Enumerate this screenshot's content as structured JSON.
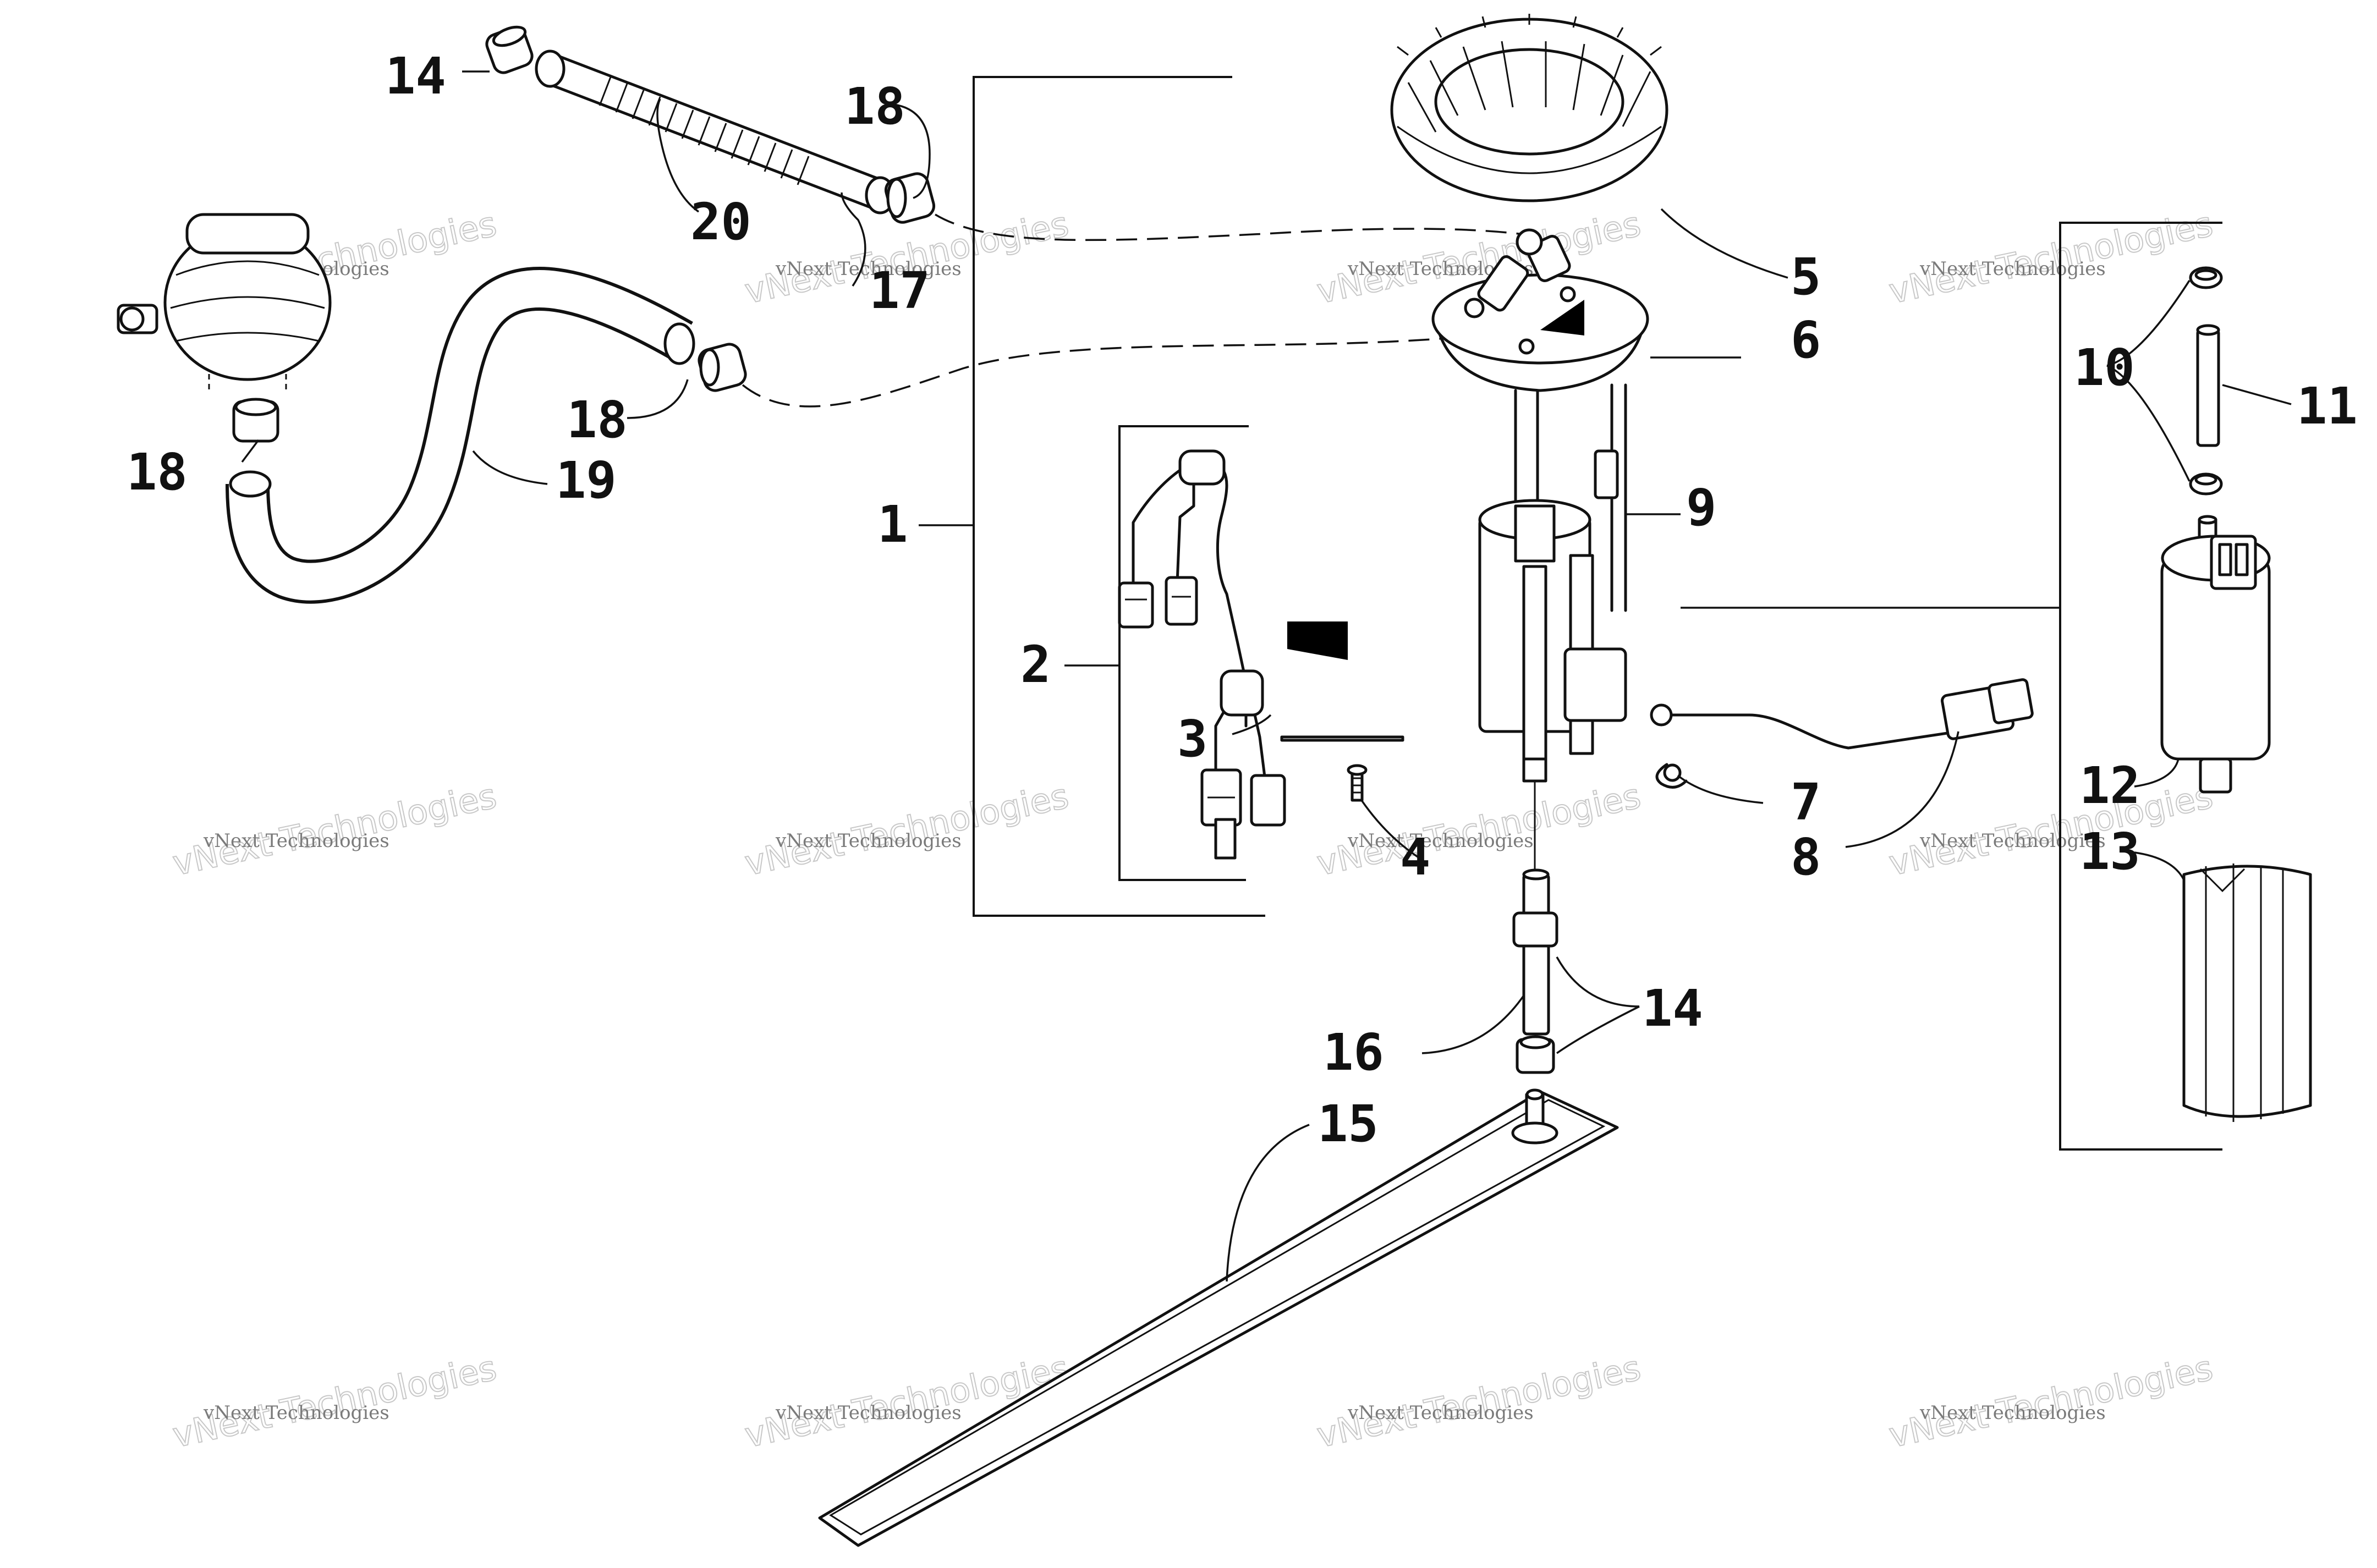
{
  "diagram": {
    "callouts": {
      "c1": "1",
      "c2": "2",
      "c3": "3",
      "c4": "4",
      "c5": "5",
      "c6": "6",
      "c7": "7",
      "c8": "8",
      "c9": "9",
      "c10": "10",
      "c11": "11",
      "c12": "12",
      "c13": "13",
      "c14_top": "14",
      "c14_mid": "14",
      "c15": "15",
      "c16": "16",
      "c17": "17",
      "c18_top": "18",
      "c18_mid": "18",
      "c18_left": "18",
      "c19": "19",
      "c20": "20"
    },
    "watermark": {
      "line1": "vNext Technologies",
      "line2": "vNext Technologies"
    },
    "colors": {
      "ink": "#111111",
      "paper": "#ffffff",
      "watermark": "#7a7a7a"
    }
  }
}
